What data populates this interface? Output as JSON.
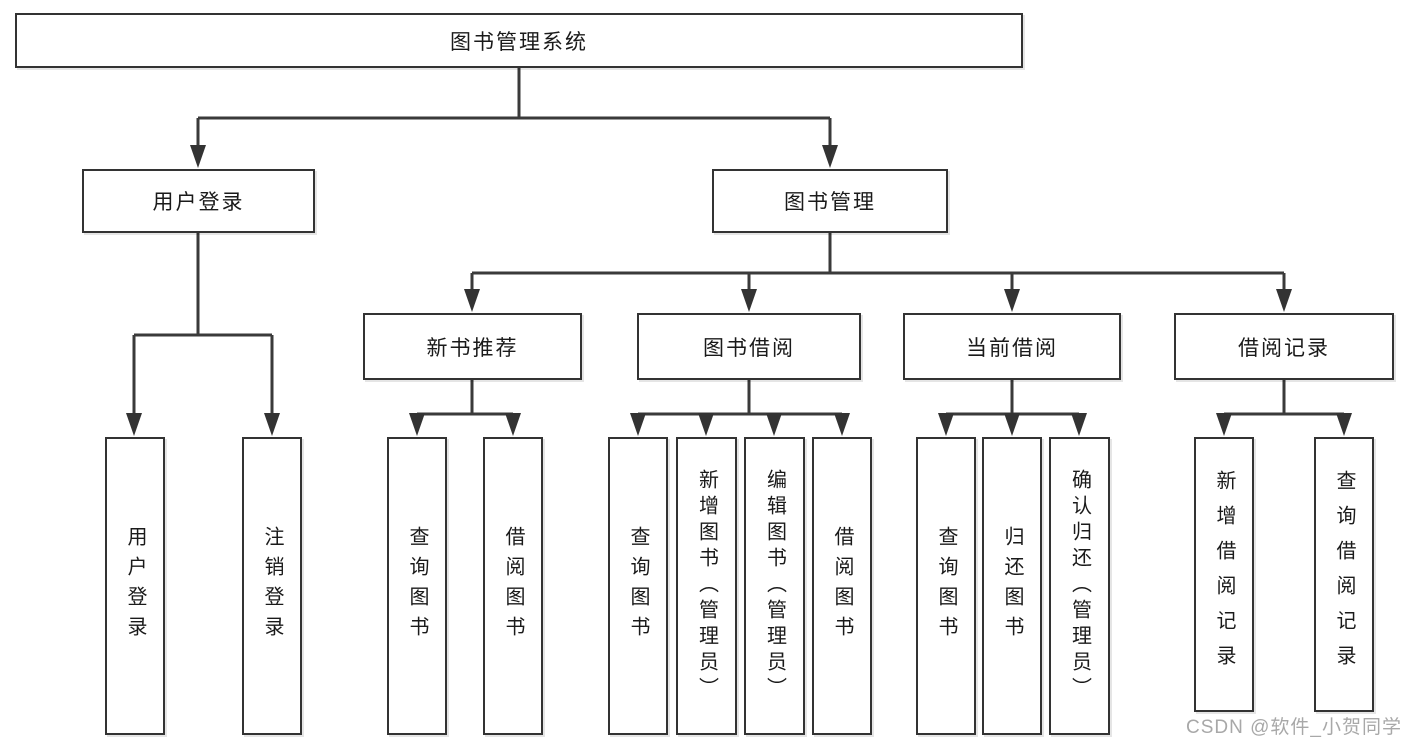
{
  "diagram": {
    "watermark": "CSDN @软件_小贺同学",
    "colors": {
      "background": "#ffffff",
      "line": "#3a3a3a",
      "box_border": "#333333",
      "text": "#1a1a1a",
      "watermark": "#a8a8a8"
    },
    "tree": {
      "root": "图书管理系统",
      "children": [
        {
          "label": "用户登录",
          "children": [
            "用户登录",
            "注销登录"
          ]
        },
        {
          "label": "图书管理",
          "children": [
            {
              "label": "新书推荐",
              "children": [
                "查询图书",
                "借阅图书"
              ]
            },
            {
              "label": "图书借阅",
              "children": [
                "查询图书",
                "新增图书（管理员）",
                "编辑图书（管理员）",
                "借阅图书"
              ]
            },
            {
              "label": "当前借阅",
              "children": [
                "查询图书",
                "归还图书",
                "确认归还（管理员）"
              ]
            },
            {
              "label": "借阅记录",
              "children": [
                "新增借阅记录",
                "查询借阅记录"
              ]
            }
          ]
        }
      ]
    }
  }
}
